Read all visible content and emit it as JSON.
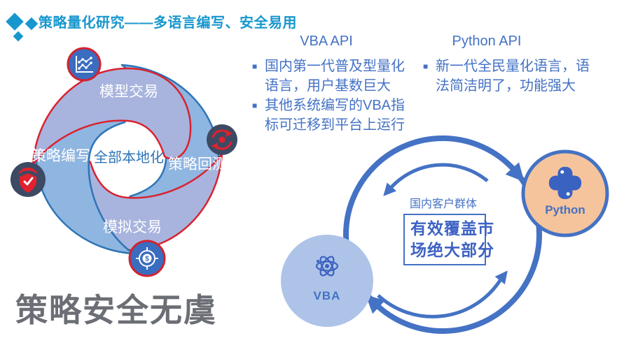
{
  "header": {
    "title": "策略量化研究——多语言编写、安全易用",
    "logo_icon": "three-diamonds-icon"
  },
  "pinwheel": {
    "labels": {
      "top": "模型交易",
      "right": "策略回测",
      "bottom": "模拟交易",
      "left": "策略编写",
      "center": "全部本地化"
    },
    "icons": [
      "line-chart-icon",
      "refresh-cycle-icon",
      "shield-check-icon",
      "dollar-target-icon"
    ],
    "dollar_symbol": "$"
  },
  "headline": "策略安全无虞",
  "api_columns": [
    {
      "title": "VBA API",
      "bullets": [
        "国内第一代普及型量化语言，用户基数巨大",
        "其他系统编写的VBA指标可迁移到平台上运行"
      ]
    },
    {
      "title": "Python API",
      "bullets": [
        "新一代全民量化语言，语法简洁明了，功能强大"
      ]
    }
  ],
  "cycle": {
    "audience_label": "国内客户群体",
    "coverage_lines": [
      "有效覆盖市",
      "场绝大部分"
    ],
    "vba_label": "VBA",
    "python_label": "Python",
    "icons": [
      "atom-icon",
      "python-logo-icon"
    ]
  },
  "colors": {
    "title_blue": "#1897CE",
    "office_blue": "#4472C4",
    "petal_light": "#A8B4DE",
    "petal_blue": "#8FB5E1",
    "outline_red": "#D9222F",
    "outline_blue": "#2E75B6",
    "vba_circle_fill": "#AEC3E8",
    "python_circle_fill": "#F6C49C",
    "headline_gray": "#6B6E74",
    "coverage_text_blue": "#3E62C4",
    "icon_dark_slate": "#3D4A63",
    "icon_blue": "#3A6CC0"
  }
}
